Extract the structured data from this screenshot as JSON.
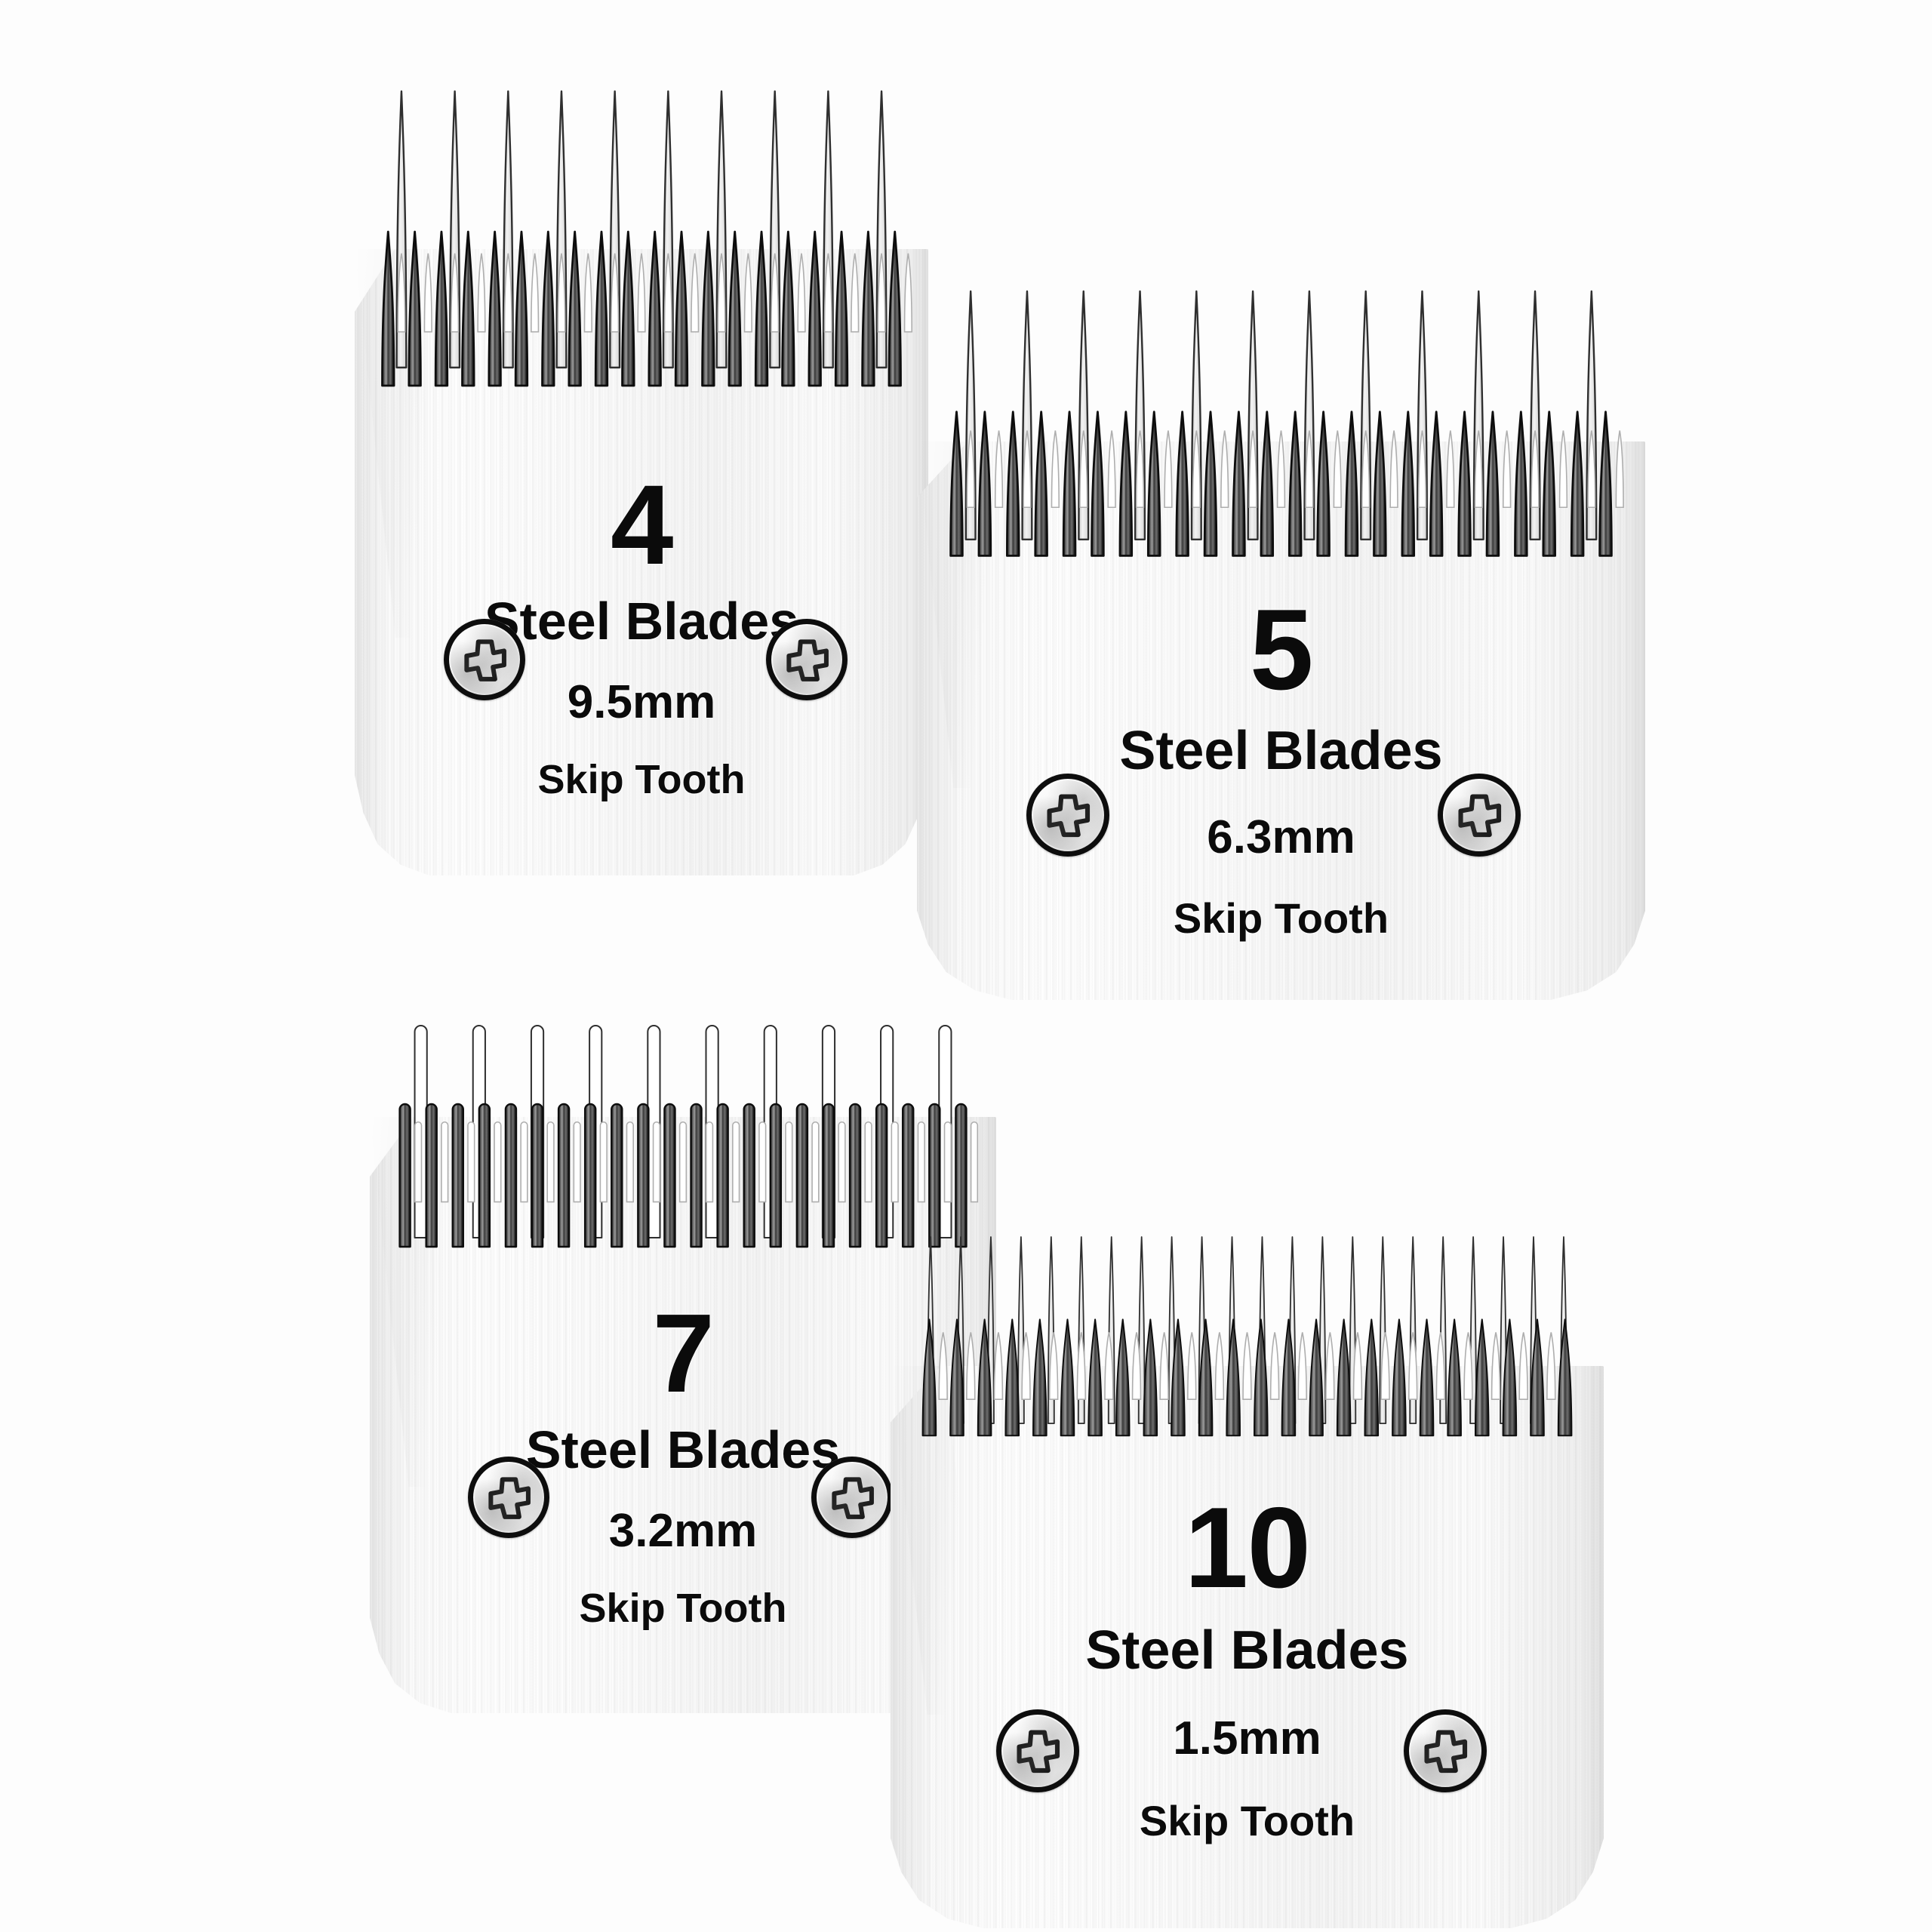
{
  "scene": {
    "background_color": "#fdfdfd",
    "product": "Clipper Blade Set",
    "arrangement": "2x2 overlapping grid"
  },
  "blades": [
    {
      "id": "blade-4",
      "size_number": "4",
      "brand_line": "Steel Blades",
      "cut_length": "9.5mm",
      "tooth_type": "Skip Tooth",
      "tooth_style": "coarse-pointed",
      "long_tooth_count": 10,
      "short_tooth_count": 20,
      "screw_count": 2,
      "accent_color": "#0b0b0b",
      "steel_color": "#f6f6f6"
    },
    {
      "id": "blade-5",
      "size_number": "5",
      "brand_line": "Steel Blades",
      "cut_length": "6.3mm",
      "tooth_type": "Skip Tooth",
      "tooth_style": "coarse-pointed",
      "long_tooth_count": 12,
      "short_tooth_count": 24,
      "screw_count": 2,
      "accent_color": "#0b0b0b",
      "steel_color": "#f6f6f6"
    },
    {
      "id": "blade-7",
      "size_number": "7",
      "brand_line": "Steel Blades",
      "cut_length": "3.2mm",
      "tooth_type": "Skip Tooth",
      "tooth_style": "rounded-u",
      "long_tooth_count": 10,
      "short_tooth_count": 22,
      "screw_count": 2,
      "accent_color": "#0b0b0b",
      "steel_color": "#f6f6f6"
    },
    {
      "id": "blade-10",
      "size_number": "10",
      "brand_line": "Steel Blades",
      "cut_length": "1.5mm",
      "tooth_type": "Skip Tooth",
      "tooth_style": "fine-pointed",
      "long_tooth_count": 22,
      "short_tooth_count": 24,
      "screw_count": 2,
      "accent_color": "#0b0b0b",
      "steel_color": "#f6f6f6"
    }
  ]
}
